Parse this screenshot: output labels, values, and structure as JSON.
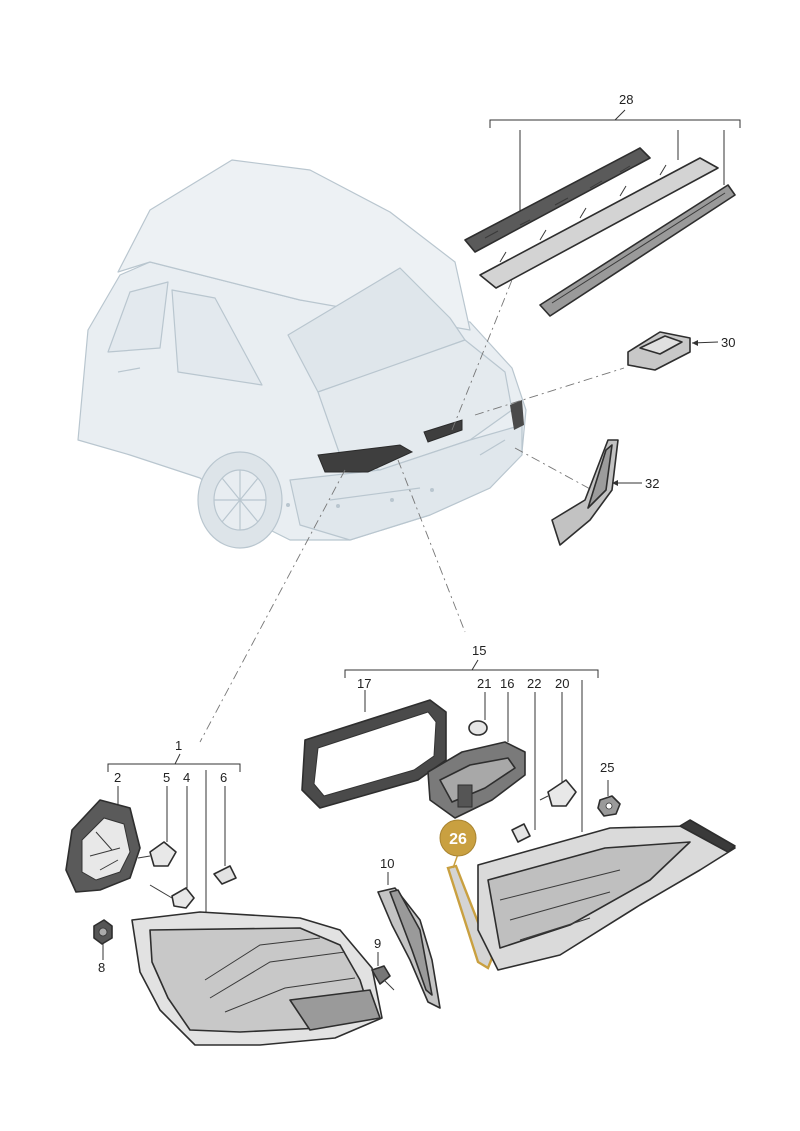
{
  "callouts": {
    "c1": "1",
    "c2": "2",
    "c4": "4",
    "c5": "5",
    "c6": "6",
    "c8": "8",
    "c9": "9",
    "c10": "10",
    "c15": "15",
    "c16": "16",
    "c17": "17",
    "c20": "20",
    "c21": "21",
    "c22": "22",
    "c25": "25",
    "c26": "26",
    "c28": "28",
    "c30": "30",
    "c32": "32"
  },
  "colors": {
    "highlight": "#c9a040",
    "car_body": "#e6ecf0",
    "part_gray": "#c4c4c4",
    "dark_part": "#3a3a3a"
  }
}
